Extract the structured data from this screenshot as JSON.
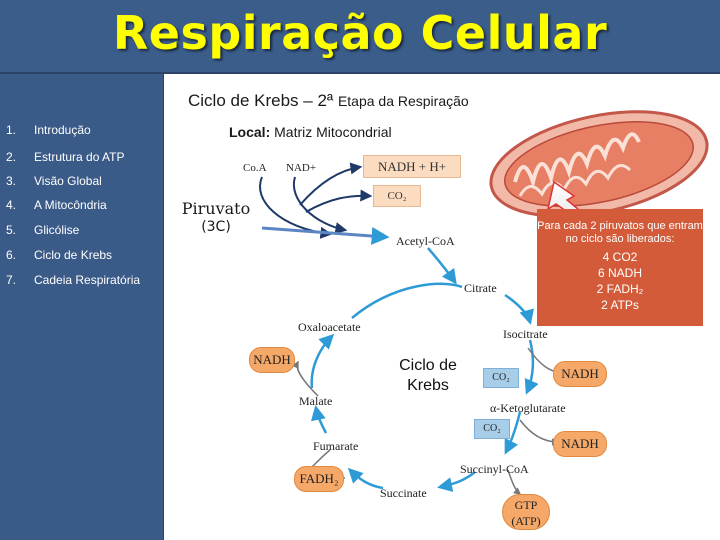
{
  "title": "Respiração Celular",
  "subtitle": {
    "main": "Ciclo de Krebs – 2ª",
    "rest": "Etapa da Respiração"
  },
  "menu": [
    {
      "num": "1.",
      "label": "Introdução"
    },
    {
      "num": "2.",
      "label": "Estrutura do ATP"
    },
    {
      "num": "3.",
      "label": "Visão Global"
    },
    {
      "num": "4.",
      "label": "A Mitocôndria"
    },
    {
      "num": "5.",
      "label": "Glicólise"
    },
    {
      "num": "6.",
      "label": "Ciclo de Krebs"
    },
    {
      "num": "7.",
      "label": "Cadeia Respiratória"
    }
  ],
  "local": {
    "label": "Local:",
    "value": "Matriz Mitocondrial"
  },
  "piruvato": {
    "name": "Piruvato",
    "carbons": "(3C)"
  },
  "inputs": {
    "coa": "Co.A",
    "nad": "NAD+"
  },
  "outputs": {
    "nadh": "NADH + H+",
    "co2": "CO₂"
  },
  "info": {
    "head": "Para cada 2 piruvatos que entram no ciclo são liberados:",
    "lines": [
      "4 CO2",
      "6 NADH",
      "2 FADH₂",
      "2 ATPs"
    ]
  },
  "cycle": {
    "label": "Ciclo de Krebs",
    "acetyl": "Acetyl-CoA",
    "citrate": "Citrate",
    "isocitrate": "Isocitrate",
    "ketoglutarate": "α-Ketoglutarate",
    "succinyl": "Succinyl-CoA",
    "succinate": "Succinate",
    "fumarate": "Fumarate",
    "malate": "Malate",
    "oxaloacetate": "Oxaloacetate",
    "nadh": "NADH",
    "fadh2": "FADH₂",
    "co2": "CO₂",
    "gtp": "GTP",
    "atp": "(ATP)"
  },
  "colors": {
    "header": "#3b5d8a",
    "title": "#ffff00",
    "sidebar": "#3a5a87",
    "cycle_arrow": "#2e9bd6",
    "info_box": "#d35b3a",
    "pill": "#f6a868",
    "co2_box": "#a8cde9"
  }
}
